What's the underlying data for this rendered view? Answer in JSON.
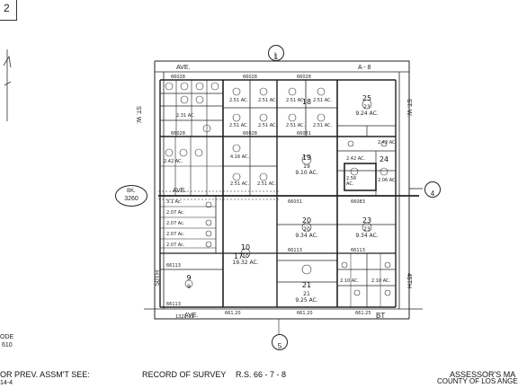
{
  "header": {
    "page_corner": "2"
  },
  "map": {
    "streets": {
      "ave_top": "AVE.",
      "ave_left": "AVE.",
      "ave_bottom_left": "AVE.",
      "st_w_left": "ST. W.",
      "st_w_right": "ST. W.",
      "th_50": "50TH",
      "th_45": "45TH",
      "a8": "A - 8",
      "bt": "BT"
    },
    "circles": {
      "top": "1",
      "right": "4",
      "bottom": "5"
    },
    "book": {
      "label": "BK.",
      "number": "3260"
    },
    "parcels": [
      {
        "big": "25",
        "small": "23",
        "area": "9.24 AC."
      },
      {
        "big": "19",
        "small": "19",
        "area": "9.10 AC."
      },
      {
        "big": "18",
        "small": "",
        "area": ""
      },
      {
        "big": "24",
        "small": "",
        "area": ""
      },
      {
        "big": "20",
        "small": "20",
        "area": "9.34 AC."
      },
      {
        "big": "23",
        "small": "23",
        "area": "9.34 AC."
      },
      {
        "big": "21",
        "small": "21",
        "area": "9.25 AC."
      },
      {
        "big": "10",
        "small": "10",
        "area": "19.32 AC."
      },
      {
        "big": "9",
        "small": "9",
        "area": ""
      },
      {
        "big": "17",
        "small": "",
        "area": ""
      }
    ],
    "left_margin": {
      "code": "ODE",
      "num": "610"
    }
  },
  "footer": {
    "prior": "OR PREV. ASSM'T SEE:",
    "prior_ref": "14-4",
    "record": "RECORD OF SURVEY",
    "rs": "R.S. 66 - 7 - 8",
    "assessor": "ASSESSOR'S MA",
    "county": "COUNTY OF LOS ANGEL"
  }
}
